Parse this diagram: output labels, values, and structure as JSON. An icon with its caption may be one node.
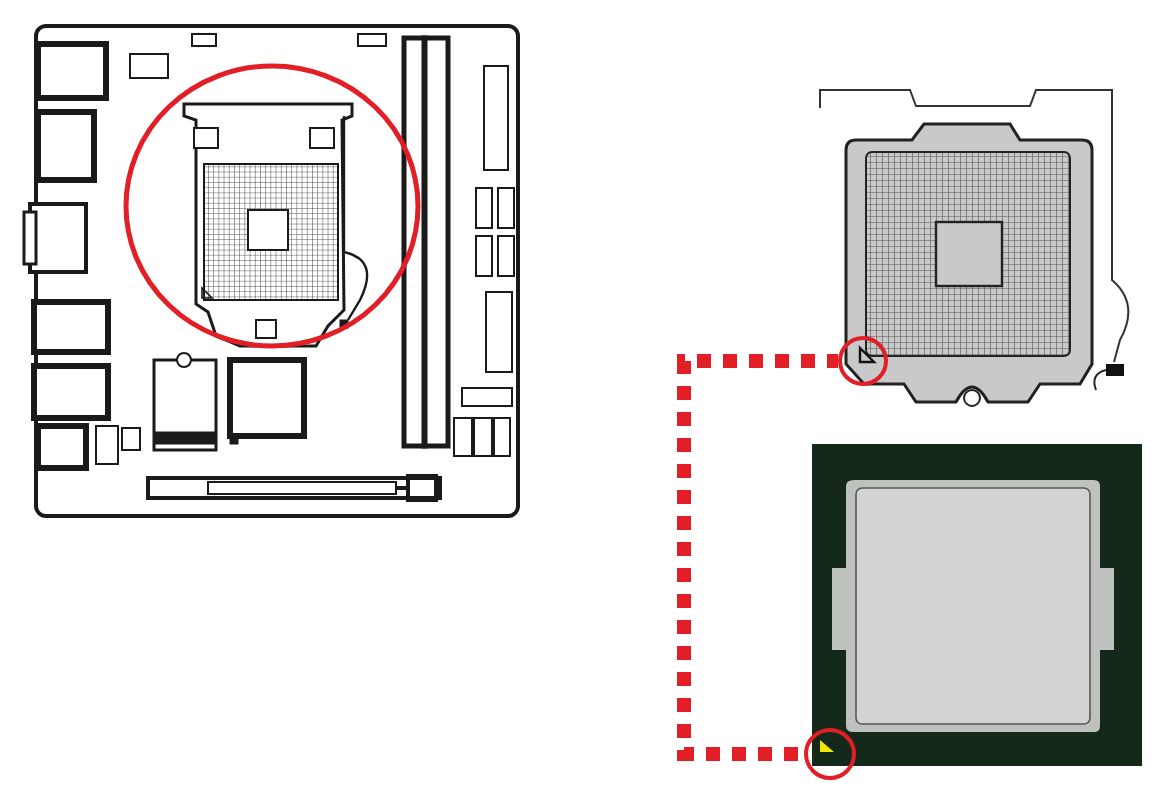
{
  "diagram": {
    "nodes": [
      {
        "text": [],
        "shape": "circle"
      },
      {
        "text": [],
        "shape": "circle"
      }
    ],
    "edges": [
      {
        "from": 0,
        "to": 1,
        "arrow": "none",
        "style": "dashed"
      }
    ]
  }
}
